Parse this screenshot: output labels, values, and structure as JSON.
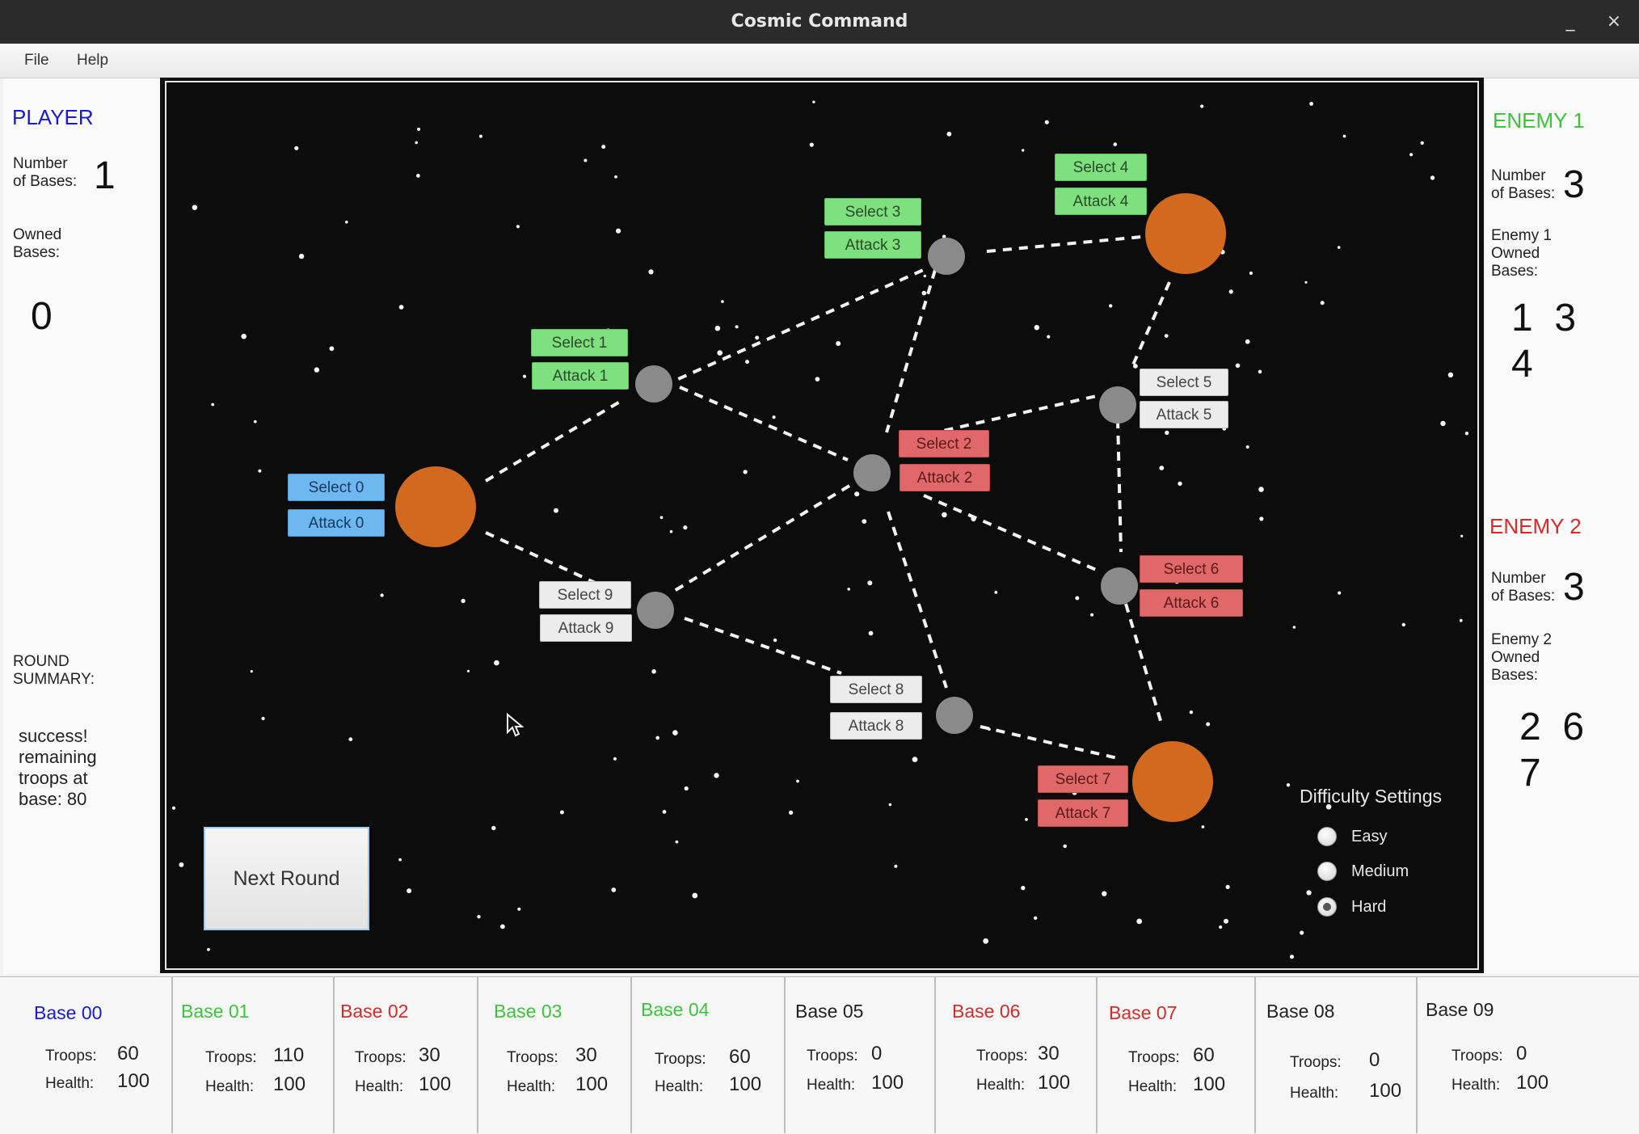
{
  "window": {
    "title": "Cosmic Command",
    "minimize_glyph": "_",
    "close_glyph": "×"
  },
  "menu": {
    "file": "File",
    "help": "Help"
  },
  "player": {
    "heading": "PLAYER",
    "num_bases_label_1": "Number",
    "num_bases_label_2": "of Bases:",
    "num_bases": "1",
    "owned_label_1": "Owned",
    "owned_label_2": "Bases:",
    "owned_bases": "0"
  },
  "round_summary": {
    "label_1": "ROUND",
    "label_2": "SUMMARY:",
    "line_1": "success!",
    "line_2": "remaining",
    "line_3": "troops at",
    "line_4": "base: 80"
  },
  "enemy1": {
    "heading": "ENEMY 1",
    "num_bases_label_1": "Number",
    "num_bases_label_2": "of Bases:",
    "num_bases": "3",
    "owned_label_1": "Enemy 1",
    "owned_label_2": "Owned",
    "owned_label_3": "Bases:",
    "owned_line_1": "1  3",
    "owned_line_2": "4"
  },
  "enemy2": {
    "heading": "ENEMY 2",
    "num_bases_label_1": "Number",
    "num_bases_label_2": "of Bases:",
    "num_bases": "3",
    "owned_label_1": "Enemy 2",
    "owned_label_2": "Owned",
    "owned_label_3": "Bases:",
    "owned_line_1": "2  6",
    "owned_line_2": "7"
  },
  "map_buttons": {
    "select_0": "Select 0",
    "attack_0": "Attack 0",
    "select_1": "Select 1",
    "attack_1": "Attack 1",
    "select_2": "Select 2",
    "attack_2": "Attack 2",
    "select_3": "Select 3",
    "attack_3": "Attack 3",
    "select_4": "Select 4",
    "attack_4": "Attack 4",
    "select_5": "Select 5",
    "attack_5": "Attack 5",
    "select_6": "Select 6",
    "attack_6": "Attack 6",
    "select_7": "Select 7",
    "attack_7": "Attack 7",
    "select_8": "Select 8",
    "attack_8": "Attack 8",
    "select_9": "Select 9",
    "attack_9": "Attack 9"
  },
  "next_round": "Next Round",
  "difficulty": {
    "title": "Difficulty Settings",
    "easy": "Easy",
    "medium": "Medium",
    "hard": "Hard",
    "selected": "Hard"
  },
  "colors": {
    "player": "#1a1ad6",
    "enemy1": "#3cc43c",
    "enemy2": "#d92a2a",
    "neutral": "#222222",
    "planet_large": "#d2691e",
    "planet_small": "#8a8a8a"
  },
  "stats_labels": {
    "troops": "Troops:",
    "health": "Health:"
  },
  "bases": [
    {
      "name": "Base 00",
      "troops": "60",
      "health": "100"
    },
    {
      "name": "Base 01",
      "troops": "110",
      "health": "100"
    },
    {
      "name": "Base 02",
      "troops": "30",
      "health": "100"
    },
    {
      "name": "Base 03",
      "troops": "30",
      "health": "100"
    },
    {
      "name": "Base 04",
      "troops": "60",
      "health": "100"
    },
    {
      "name": "Base 05",
      "troops": "0",
      "health": "100"
    },
    {
      "name": "Base 06",
      "troops": "30",
      "health": "100"
    },
    {
      "name": "Base 07",
      "troops": "60",
      "health": "100"
    },
    {
      "name": "Base 08",
      "troops": "0",
      "health": "100"
    },
    {
      "name": "Base 09",
      "troops": "0",
      "health": "100"
    }
  ]
}
